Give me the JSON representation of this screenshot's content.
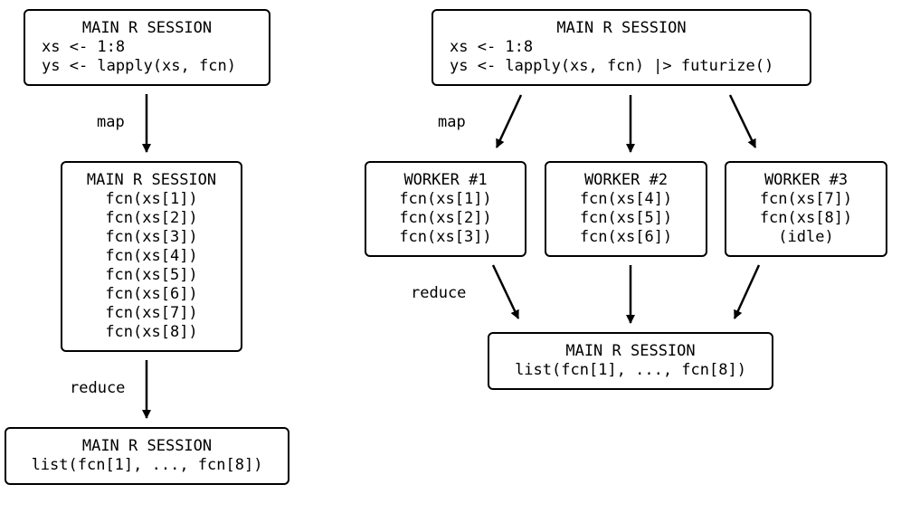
{
  "left": {
    "top_box": {
      "title": "MAIN R SESSION",
      "code": [
        "xs <- 1:8",
        "ys <- lapply(xs, fcn)"
      ]
    },
    "map_label": "map",
    "middle_box": {
      "title": "MAIN R SESSION",
      "lines": [
        "fcn(xs[1])",
        "fcn(xs[2])",
        "fcn(xs[3])",
        "fcn(xs[4])",
        "fcn(xs[5])",
        "fcn(xs[6])",
        "fcn(xs[7])",
        "fcn(xs[8])"
      ]
    },
    "reduce_label": "reduce",
    "bottom_box": {
      "title": "MAIN R SESSION",
      "lines": [
        "list(fcn[1], ..., fcn[8])"
      ]
    }
  },
  "right": {
    "top_box": {
      "title": "MAIN R SESSION",
      "code": [
        "xs <- 1:8",
        "ys <- lapply(xs, fcn) |> futurize()"
      ]
    },
    "map_label": "map",
    "workers": [
      {
        "title": "WORKER #1",
        "lines": [
          "fcn(xs[1])",
          "fcn(xs[2])",
          "fcn(xs[3])"
        ]
      },
      {
        "title": "WORKER #2",
        "lines": [
          "fcn(xs[4])",
          "fcn(xs[5])",
          "fcn(xs[6])"
        ]
      },
      {
        "title": "WORKER #3",
        "lines": [
          "fcn(xs[7])",
          "fcn(xs[8])",
          "(idle)"
        ]
      }
    ],
    "reduce_label": "reduce",
    "bottom_box": {
      "title": "MAIN R SESSION",
      "lines": [
        "list(fcn[1], ..., fcn[8])"
      ]
    }
  }
}
